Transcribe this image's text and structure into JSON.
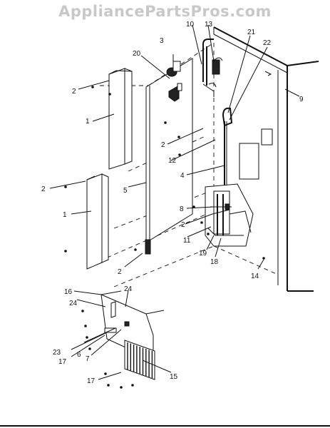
{
  "watermark": "AppliancePartsPros.com",
  "callouts": [
    {
      "id": "c1a",
      "text": "1"
    },
    {
      "id": "c1b",
      "text": "1"
    },
    {
      "id": "c2a",
      "text": "2"
    },
    {
      "id": "c2b",
      "text": "2"
    },
    {
      "id": "c2c",
      "text": "2"
    },
    {
      "id": "c2d",
      "text": "2"
    },
    {
      "id": "c2e",
      "text": "2"
    },
    {
      "id": "c3",
      "text": "3"
    },
    {
      "id": "c4",
      "text": "4"
    },
    {
      "id": "c5",
      "text": "5"
    },
    {
      "id": "c6",
      "text": "6"
    },
    {
      "id": "c7",
      "text": "7"
    },
    {
      "id": "c8",
      "text": "8"
    },
    {
      "id": "c9",
      "text": "9"
    },
    {
      "id": "c10",
      "text": "10"
    },
    {
      "id": "c11",
      "text": "11"
    },
    {
      "id": "c12",
      "text": "12"
    },
    {
      "id": "c13",
      "text": "13"
    },
    {
      "id": "c14",
      "text": "14"
    },
    {
      "id": "c15",
      "text": "15"
    },
    {
      "id": "c16",
      "text": "16"
    },
    {
      "id": "c17a",
      "text": "17"
    },
    {
      "id": "c17b",
      "text": "17"
    },
    {
      "id": "c18",
      "text": "18"
    },
    {
      "id": "c19",
      "text": "19"
    },
    {
      "id": "c20",
      "text": "20"
    },
    {
      "id": "c21",
      "text": "21"
    },
    {
      "id": "c22",
      "text": "22"
    },
    {
      "id": "c23",
      "text": "23"
    },
    {
      "id": "c24a",
      "text": "24"
    },
    {
      "id": "c24b",
      "text": "24"
    }
  ]
}
